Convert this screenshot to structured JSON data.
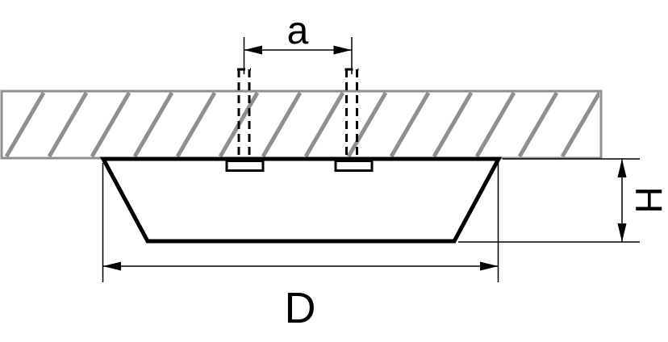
{
  "diagram": {
    "labels": {
      "hole_spacing": "a",
      "diameter": "D",
      "height": "H"
    },
    "colors": {
      "hatch_gray": "#8f8f8f",
      "line_black": "#000000",
      "background": "#ffffff"
    }
  }
}
